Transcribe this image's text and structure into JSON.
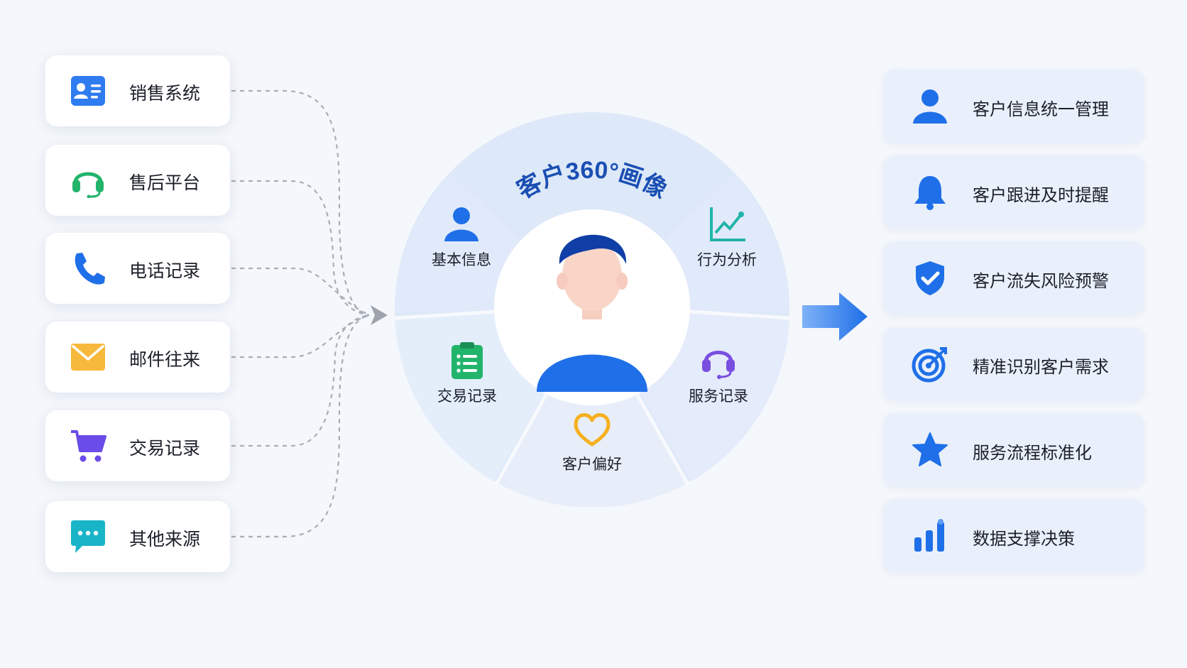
{
  "title": "客户360°画像",
  "sources": [
    {
      "label": "销售系统",
      "icon": "contact-card-icon"
    },
    {
      "label": "售后平台",
      "icon": "headset-icon"
    },
    {
      "label": "电话记录",
      "icon": "phone-icon"
    },
    {
      "label": "邮件往来",
      "icon": "envelope-icon"
    },
    {
      "label": "交易记录",
      "icon": "cart-icon"
    },
    {
      "label": "其他来源",
      "icon": "chat-bubble-icon"
    }
  ],
  "segments": [
    {
      "label": "基本信息",
      "icon": "person-icon"
    },
    {
      "label": "行为分析",
      "icon": "line-chart-icon"
    },
    {
      "label": "交易记录",
      "icon": "clipboard-icon"
    },
    {
      "label": "客户偏好",
      "icon": "heart-icon"
    },
    {
      "label": "服务记录",
      "icon": "headset-icon"
    }
  ],
  "outcomes": [
    {
      "label": "客户信息统一管理",
      "icon": "user-icon"
    },
    {
      "label": "客户跟进及时提醒",
      "icon": "bell-icon"
    },
    {
      "label": "客户流失风险预警",
      "icon": "shield-check-icon"
    },
    {
      "label": "精准识别客户需求",
      "icon": "target-icon"
    },
    {
      "label": "服务流程标准化",
      "icon": "star-icon"
    },
    {
      "label": "数据支撑决策",
      "icon": "bar-chart-icon"
    }
  ],
  "colors": {
    "background": "#f4f7fb",
    "accent_blue": "#1f6fe8",
    "title_blue": "#1a4fb3",
    "ring": "#dde8f8",
    "connector": "#a9adb6"
  }
}
